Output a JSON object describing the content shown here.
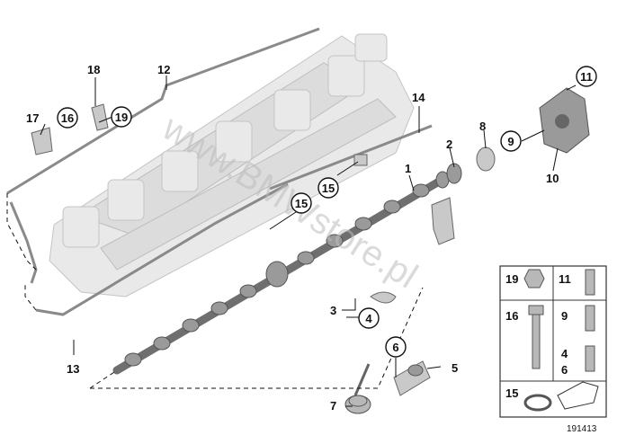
{
  "callouts": [
    {
      "id": "c1",
      "text": "1"
    },
    {
      "id": "c2",
      "text": "2"
    },
    {
      "id": "c3",
      "text": "3"
    },
    {
      "id": "c4",
      "text": "4"
    },
    {
      "id": "c5",
      "text": "5"
    },
    {
      "id": "c6",
      "text": "6"
    },
    {
      "id": "c7",
      "text": "7"
    },
    {
      "id": "c8",
      "text": "8"
    },
    {
      "id": "c9",
      "text": "9"
    },
    {
      "id": "c10",
      "text": "10"
    },
    {
      "id": "c11",
      "text": "11"
    },
    {
      "id": "c12",
      "text": "12"
    },
    {
      "id": "c13",
      "text": "13"
    },
    {
      "id": "c14",
      "text": "14"
    },
    {
      "id": "c15a",
      "text": "15"
    },
    {
      "id": "c15b",
      "text": "15"
    },
    {
      "id": "c16",
      "text": "16"
    },
    {
      "id": "c17",
      "text": "17"
    },
    {
      "id": "c18",
      "text": "18"
    },
    {
      "id": "c19",
      "text": "19"
    }
  ],
  "legend": {
    "cells": [
      {
        "text": "19"
      },
      {
        "text": "11"
      },
      {
        "text": "16"
      },
      {
        "text": "9"
      },
      {
        "text": "4"
      },
      {
        "text": "6"
      },
      {
        "text": "15"
      }
    ]
  },
  "watermark": "www.BMWstore.pl",
  "diagram_number": "191413"
}
